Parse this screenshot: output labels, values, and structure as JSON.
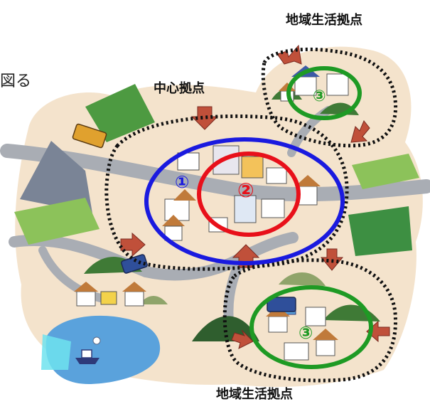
{
  "labels": {
    "central_hub": "中心拠点",
    "local_hub_top": "地域生活拠点",
    "local_hub_bottom": "地域生活拠点",
    "cut_text": "図る"
  },
  "markers": {
    "one": "①",
    "two": "②",
    "three_top": "③",
    "three_bottom": "③"
  },
  "colors": {
    "zone_1": "#1a1adf",
    "zone_2": "#e8101a",
    "zone_3": "#1e9a24",
    "arrow": "#c0503a",
    "ground": "#f4e3cc",
    "road": "#a9adb4",
    "water": "#5aa2dc"
  }
}
